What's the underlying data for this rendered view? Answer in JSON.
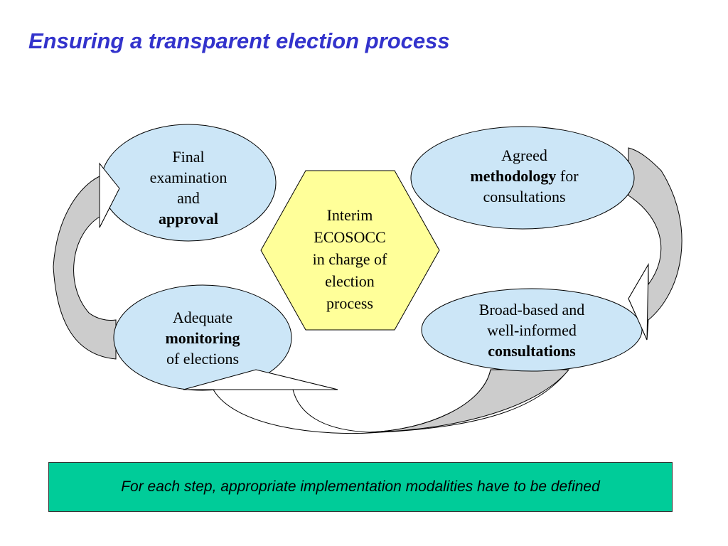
{
  "title": "Ensuring a transparent election process",
  "center": {
    "lines": [
      "Interim",
      "ECOSOCC",
      "in charge of",
      "election",
      "process"
    ]
  },
  "nodes": {
    "approval": {
      "line1": "Final",
      "line2": "examination",
      "line3": "and",
      "bold": "approval"
    },
    "methodology": {
      "line1": "Agreed",
      "bold": "methodology",
      "suffix": " for",
      "line3": "consultations"
    },
    "consultations": {
      "line1": "Broad-based and",
      "line2": "well-informed",
      "bold": "consultations"
    },
    "monitoring": {
      "line1": "Adequate",
      "bold": "monitoring",
      "line3": "of elections"
    }
  },
  "footer": {
    "text": "For each step, appropriate implementation modalities have to be defined"
  },
  "colors": {
    "title": "#3333cc",
    "ellipse_fill": "#cce6f7",
    "hexagon_fill": "#ffff99",
    "arrow_shade": "#cccccc",
    "footer_bg": "#00cc99"
  }
}
